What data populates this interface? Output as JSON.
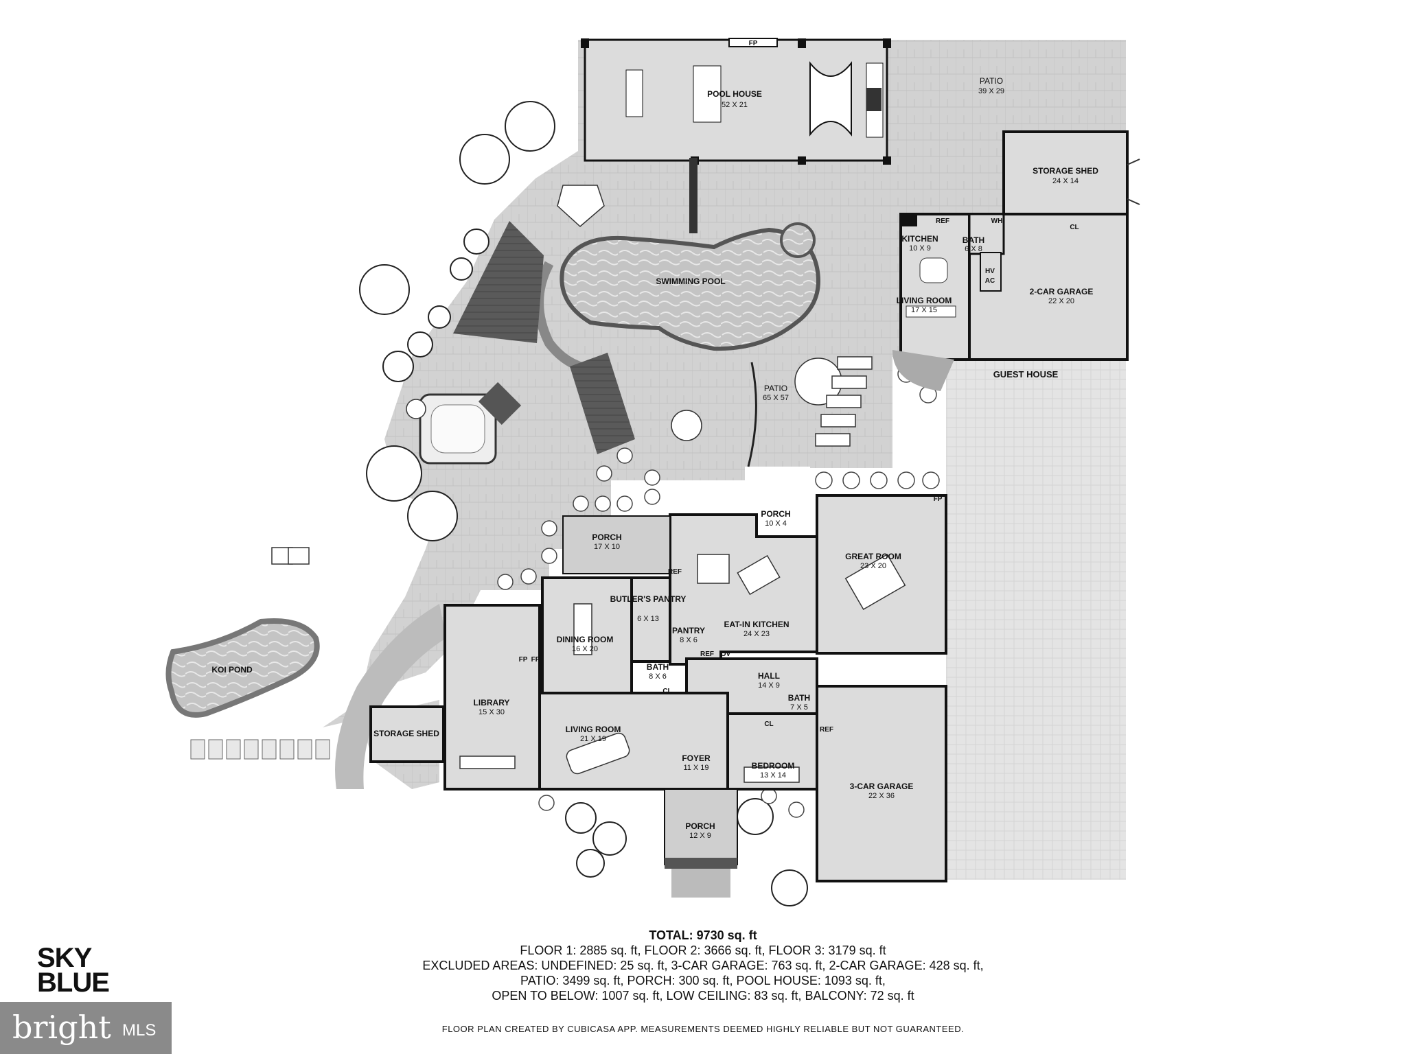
{
  "rooms": {
    "pool_house": {
      "name": "POOL HOUSE",
      "dim": "52 X 21"
    },
    "patio_top": {
      "name": "PATIO",
      "dim": "39 X 29"
    },
    "storage_shed_top": {
      "name": "STORAGE SHED",
      "dim": "24 X 14"
    },
    "swimming_pool": {
      "name": "SWIMMING POOL"
    },
    "kitchen_gh": {
      "name": "KITCHEN",
      "dim": "10 X 9"
    },
    "bath_gh": {
      "name": "BATH",
      "dim": "6 X 8"
    },
    "living_gh": {
      "name": "LIVING ROOM",
      "dim": "17 X 15"
    },
    "garage2": {
      "name": "2-CAR GARAGE",
      "dim": "22 X 20"
    },
    "guest_house": {
      "name": "GUEST HOUSE"
    },
    "patio_mid": {
      "name": "PATIO",
      "dim": "65 X 57"
    },
    "porch_main": {
      "name": "PORCH",
      "dim": "17 X 10"
    },
    "porch_small": {
      "name": "PORCH",
      "dim": "10 X 4"
    },
    "great_room": {
      "name": "GREAT ROOM",
      "dim": "23 X 20"
    },
    "butlers_pantry": {
      "name": "BUTLER'S PANTRY",
      "dim": "6 X 13"
    },
    "pantry": {
      "name": "PANTRY",
      "dim": "8 X 6"
    },
    "eat_in_kitchen": {
      "name": "EAT-IN KITCHEN",
      "dim": "24 X 23"
    },
    "dining_room": {
      "name": "DINING ROOM",
      "dim": "16 X 20"
    },
    "bath_main": {
      "name": "BATH",
      "dim": "8 X 6"
    },
    "hall": {
      "name": "HALL",
      "dim": "14 X 9"
    },
    "bath_small": {
      "name": "BATH",
      "dim": "7 X 5"
    },
    "library": {
      "name": "LIBRARY",
      "dim": "15 X 30"
    },
    "storage_shed_left": {
      "name": "STORAGE SHED"
    },
    "living_room": {
      "name": "LIVING ROOM",
      "dim": "21 X 19"
    },
    "foyer": {
      "name": "FOYER",
      "dim": "11 X 19"
    },
    "bedroom": {
      "name": "BEDROOM",
      "dim": "13 X 14"
    },
    "garage3": {
      "name": "3-CAR GARAGE",
      "dim": "22 X 36"
    },
    "porch_front": {
      "name": "PORCH",
      "dim": "12 X 9"
    },
    "koi_pond": {
      "name": "KOI POND"
    }
  },
  "tags": {
    "fp": "FP",
    "ref": "REF",
    "wh": "WH",
    "cl": "CL",
    "hv": "HV",
    "ac": "AC",
    "ov": "OV"
  },
  "totals": {
    "title": "TOTAL: 9730 sq. ft",
    "line1": "FLOOR 1: 2885 sq. ft, FLOOR 2: 3666 sq. ft, FLOOR 3: 3179 sq. ft",
    "line2": "EXCLUDED AREAS: UNDEFINED: 25 sq. ft, 3-CAR GARAGE: 763 sq. ft, 2-CAR GARAGE: 428 sq. ft,",
    "line3": "PATIO: 3499 sq. ft, PORCH: 300 sq. ft, POOL HOUSE: 1093 sq. ft,",
    "line4": "OPEN TO BELOW: 1007 sq. ft, LOW CEILING: 83 sq. ft, BALCONY: 72 sq. ft"
  },
  "disclaimer": "FLOOR PLAN CREATED BY CUBICASA APP. MEASUREMENTS DEEMED HIGHLY RELIABLE BUT NOT GUARANTEED.",
  "logos": {
    "sky": "SKY",
    "blue": "BLUE",
    "bright": "bright",
    "mls": "MLS"
  },
  "colors": {
    "paving": "#d4d4d4",
    "driveway": "#e2e2e2",
    "wall": "#111111",
    "deck": "#555555",
    "water": "#bdbdbd",
    "logo_bg": "#8a8a8a"
  }
}
